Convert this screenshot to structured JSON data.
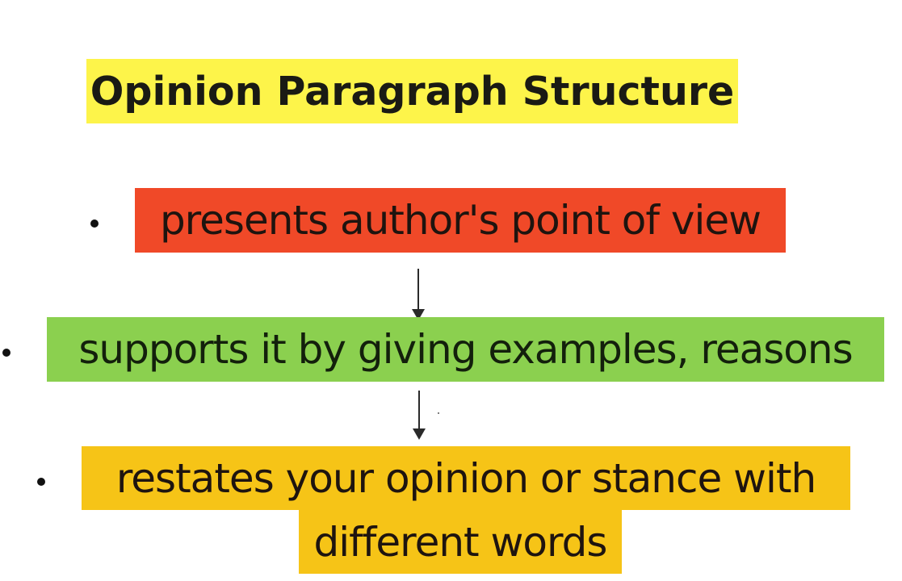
{
  "title": "Opinion Paragraph Structure",
  "steps": [
    {
      "text": "presents author's point of view",
      "color": "#f04928"
    },
    {
      "text": "supports it by giving examples, reasons",
      "color": "#8bd04f"
    },
    {
      "text_line1": "restates your opinion or stance with",
      "text_line2": "different words",
      "color": "#f6c417"
    }
  ],
  "colors": {
    "title_highlight": "#fdf44a",
    "text": "#1c1a16",
    "arrow": "#2a2a2a"
  },
  "icons": {
    "bullet": "bullet-dot-icon",
    "arrow": "arrow-down-icon"
  }
}
